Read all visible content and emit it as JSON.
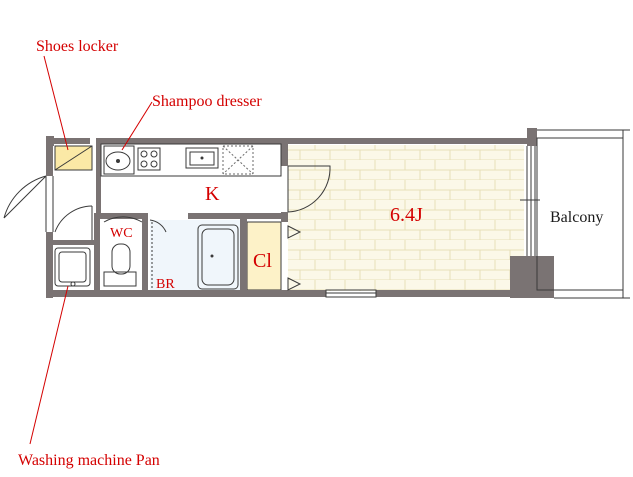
{
  "labels": {
    "shoes_locker": "Shoes locker",
    "shampoo_dresser": "Shampoo dresser",
    "kitchen": "K",
    "room_size": "6.4J",
    "balcony": "Balcony",
    "wc": "WC",
    "bathroom": "BR",
    "closet": "Cl",
    "washing_machine_pan": "Washing machine Pan"
  },
  "colors": {
    "wall": "#7a7373",
    "label_red": "#d40000",
    "floor_wood": "#fbf8e8",
    "floor_wood_lines": "#e7dfb9",
    "closet_fill": "#fdf2c8",
    "bath_fill": "#f0f6fb",
    "shoe_fill": "#fbe9a6"
  }
}
